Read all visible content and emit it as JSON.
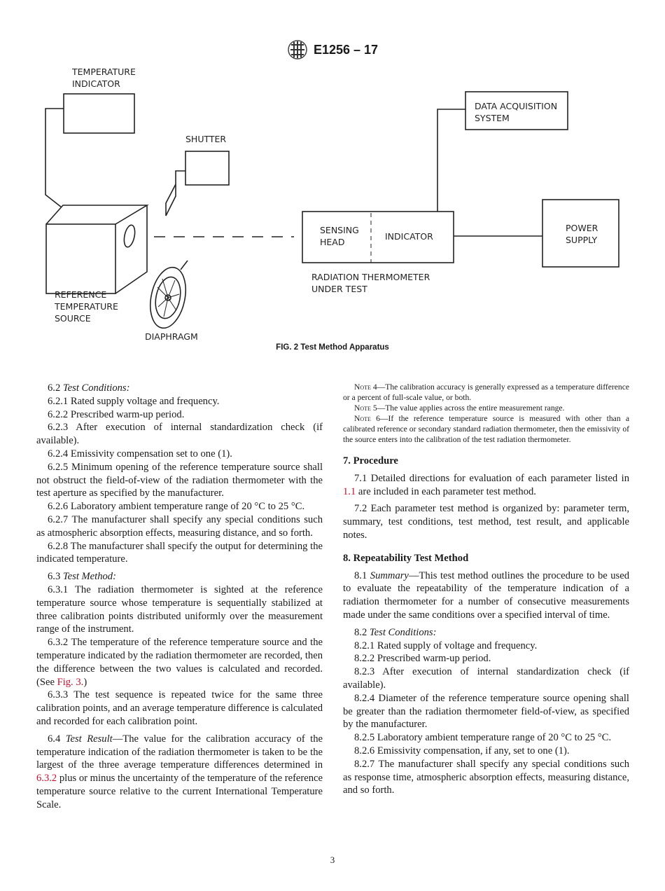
{
  "header": {
    "designation": "E1256 – 17",
    "logo_text": "ASTM"
  },
  "figure": {
    "labels": {
      "temperature_indicator": [
        "TEMPERATURE",
        "INDICATOR"
      ],
      "shutter": "SHUTTER",
      "reference_source": [
        "REFERENCE",
        "TEMPERATURE",
        "SOURCE"
      ],
      "diaphragm": "DIAPHRAGM",
      "sensing_head": [
        "SENSING",
        "HEAD"
      ],
      "indicator": "INDICATOR",
      "thermometer": [
        "RADIATION THERMOMETER",
        "UNDER TEST"
      ],
      "data_acquisition": [
        "DATA ACQUISITION",
        "SYSTEM"
      ],
      "power_supply": [
        "POWER",
        "SUPPLY"
      ]
    },
    "caption": "FIG. 2  Test Method Apparatus"
  },
  "left": {
    "p1": {
      "num": "6.2 ",
      "em": "Test Conditions:"
    },
    "p2": "6.2.1 Rated supply voltage and frequency.",
    "p3": "6.2.2 Prescribed warm-up period.",
    "p4": "6.2.3 After execution of internal standardization check (if available).",
    "p5": "6.2.4 Emissivity compensation set to one (1).",
    "p6": "6.2.5 Minimum opening of the reference temperature source shall not obstruct the field-of-view of the radiation thermometer with the test aperture as specified by the manufacturer.",
    "p7": "6.2.6 Laboratory ambient temperature range of 20 °C to 25 °C.",
    "p8": "6.2.7 The manufacturer shall specify any special conditions such as atmospheric absorption effects, measuring distance, and so forth.",
    "p9": "6.2.8 The manufacturer shall specify the output for determining the indicated temperature.",
    "p10": {
      "num": "6.3 ",
      "em": "Test Method:"
    },
    "p11": "6.3.1 The radiation thermometer is sighted at the reference temperature source whose temperature is sequentially stabilized at three calibration points distributed uniformly over the measurement range of the instrument.",
    "p12": {
      "text": "6.3.2 The temperature of the reference temperature source and the temperature indicated by the radiation thermometer are recorded, then the difference between the two values is calculated and recorded. (See ",
      "link": "Fig. 3.",
      "end": ")"
    },
    "p13": "6.3.3 The test sequence is repeated twice for the same three calibration points, and an average temperature difference is calculated and recorded for each calibration point.",
    "p14": {
      "num": "6.4 ",
      "em": "Test Result",
      "text": "—The value for the calibration accuracy of the temperature indication of the radiation thermometer is taken to be the largest of the three average temperature differences determined in ",
      "link": "6.3.2",
      "end": " plus or minus the uncertainty of the temperature of the reference temperature source relative to the current International Temperature Scale."
    }
  },
  "right": {
    "note4": {
      "label": "Note 4",
      "text": "—The calibration accuracy is generally expressed as a temperature difference or a percent of full-scale value, or both."
    },
    "note5": {
      "label": "Note 5",
      "text": "—The value applies across the entire measurement range."
    },
    "note6": {
      "label": "Note 6",
      "text": "—If the reference temperature source is measured with other than a calibrated reference or secondary standard radiation thermometer, then the emissivity of the source enters into the calibration of the test radiation thermometer."
    },
    "h7": "7. Procedure",
    "p71": {
      "text": "7.1 Detailed directions for evaluation of each parameter listed in ",
      "link": "1.1",
      "end": " are included in each parameter test method."
    },
    "p72": "7.2 Each parameter test method is organized by: parameter term, summary, test conditions, test method, test result, and applicable notes.",
    "h8": "8. Repeatability Test Method",
    "p81": {
      "num": "8.1 ",
      "em": "Summary",
      "text": "—This test method outlines the procedure to be used to evaluate the repeatability of the temperature indication of a radiation thermometer for a number of consecutive measurements made under the same conditions over a specified interval of time."
    },
    "p82": {
      "num": "8.2 ",
      "em": "Test Conditions:"
    },
    "p821": "8.2.1 Rated supply of voltage and frequency.",
    "p822": "8.2.2 Prescribed warm-up period.",
    "p823": "8.2.3 After execution of internal standardization check (if available).",
    "p824": "8.2.4 Diameter of the reference temperature source opening shall be greater than the radiation thermometer field-of-view, as specified by the manufacturer.",
    "p825": "8.2.5 Laboratory ambient temperature range of 20 °C to 25 °C.",
    "p826": "8.2.6 Emissivity compensation, if any, set to one (1).",
    "p827": "8.2.7 The manufacturer shall specify any special conditions such as response time, atmospheric absorption effects, measuring distance, and so forth."
  },
  "footer": {
    "page_number": "3"
  },
  "colors": {
    "link": "#c8102e"
  }
}
